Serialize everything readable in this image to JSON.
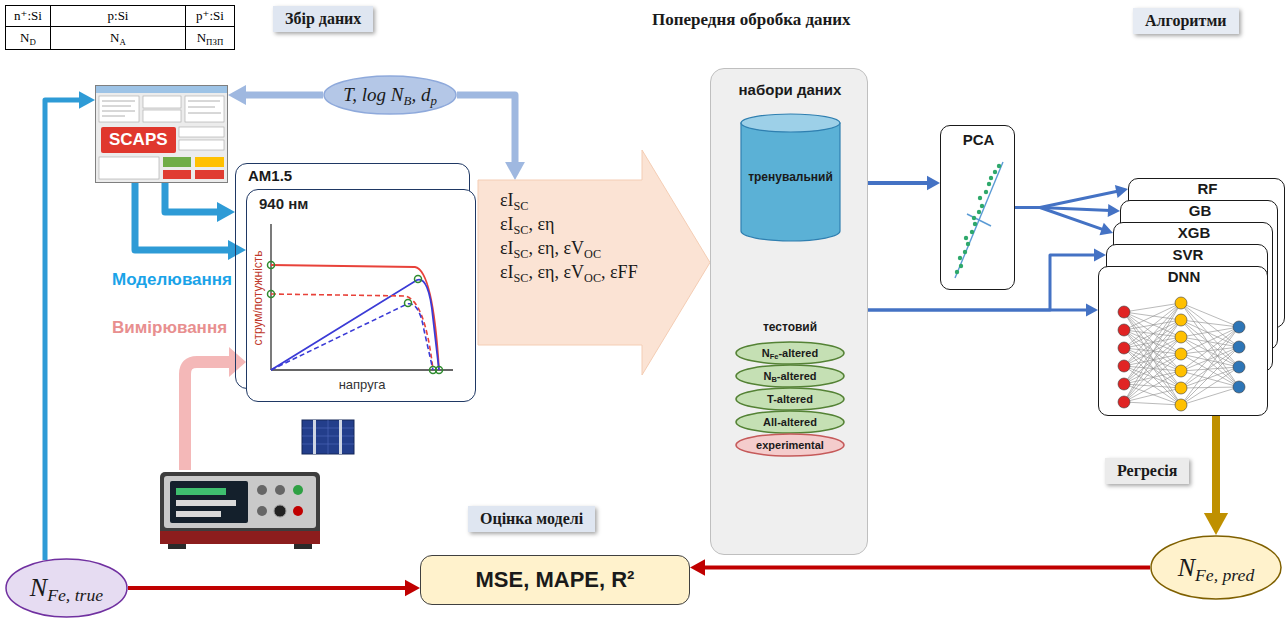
{
  "diagram": {
    "nodes": [
      {
        "text": [
          "Збір даних"
        ]
      },
      {
        "text": [
          "SCAPS"
        ]
      },
      {
        "text": [
          "T, log NB, dp"
        ]
      },
      {
        "text": [
          "AM1.5"
        ]
      },
      {
        "text": [
          "940 нм",
          "струм/потужність",
          "напруга"
        ]
      },
      {
        "text": [
          "εISC",
          "εISC, εη",
          "εISC, εη, εVOC",
          "εISC, εη, εVOC, εFF"
        ]
      },
      {
        "text": [
          "набори даних",
          "тестовий"
        ]
      },
      {
        "text": [
          "тренувальний"
        ],
        "in": 6
      },
      {
        "text": [
          "NFe-altered"
        ],
        "in": 6
      },
      {
        "text": [
          "NB-altered"
        ],
        "in": 6
      },
      {
        "text": [
          "T-altered"
        ],
        "in": 6
      },
      {
        "text": [
          "All-altered"
        ],
        "in": 6
      },
      {
        "text": [
          "experimental"
        ],
        "in": 6
      },
      {
        "text": [
          "PCA"
        ]
      },
      {
        "text": [
          "Алгоритми"
        ]
      },
      {
        "text": [
          "RF"
        ]
      },
      {
        "text": [
          "GB"
        ]
      },
      {
        "text": [
          "XGB"
        ]
      },
      {
        "text": [
          "SVR"
        ]
      },
      {
        "text": [
          "DNN"
        ]
      },
      {
        "text": [
          "Регресія"
        ]
      },
      {
        "text": [
          "NFe, pred"
        ]
      },
      {
        "text": [
          "Оцінка моделі"
        ]
      },
      {
        "text": [
          "MSE, MAPE, R²"
        ]
      },
      {
        "text": [
          "NFe, true"
        ]
      }
    ],
    "edges": [
      {
        "from": 24,
        "to": 1,
        "arrow": "to"
      },
      {
        "from": 2,
        "to": 1,
        "arrow": "to"
      },
      {
        "from": 1,
        "to": 3,
        "arrow": "to"
      },
      {
        "from": 1,
        "to": 4,
        "arrow": "to"
      },
      {
        "from": 2,
        "to": 5,
        "arrow": "to"
      },
      {
        "from": 6,
        "to": 13,
        "arrow": "to"
      },
      {
        "from": 13,
        "to": 15,
        "arrow": "to"
      },
      {
        "from": 13,
        "to": 16,
        "arrow": "to"
      },
      {
        "from": 13,
        "to": 17,
        "arrow": "to"
      },
      {
        "from": 6,
        "to": 18,
        "arrow": "to"
      },
      {
        "from": 6,
        "to": 19,
        "arrow": "to"
      },
      {
        "from": 19,
        "to": 21,
        "arrow": "to"
      },
      {
        "from": 21,
        "to": 23,
        "arrow": "to"
      },
      {
        "from": 24,
        "to": 23,
        "arrow": "to"
      }
    ],
    "labels": [
      "n⁺:Si",
      "p:Si",
      "p⁺:Si",
      "ND",
      "NA",
      "NПЗП",
      "Моделювання",
      "Вимірювання",
      "Попередня обробка даних"
    ]
  }
}
